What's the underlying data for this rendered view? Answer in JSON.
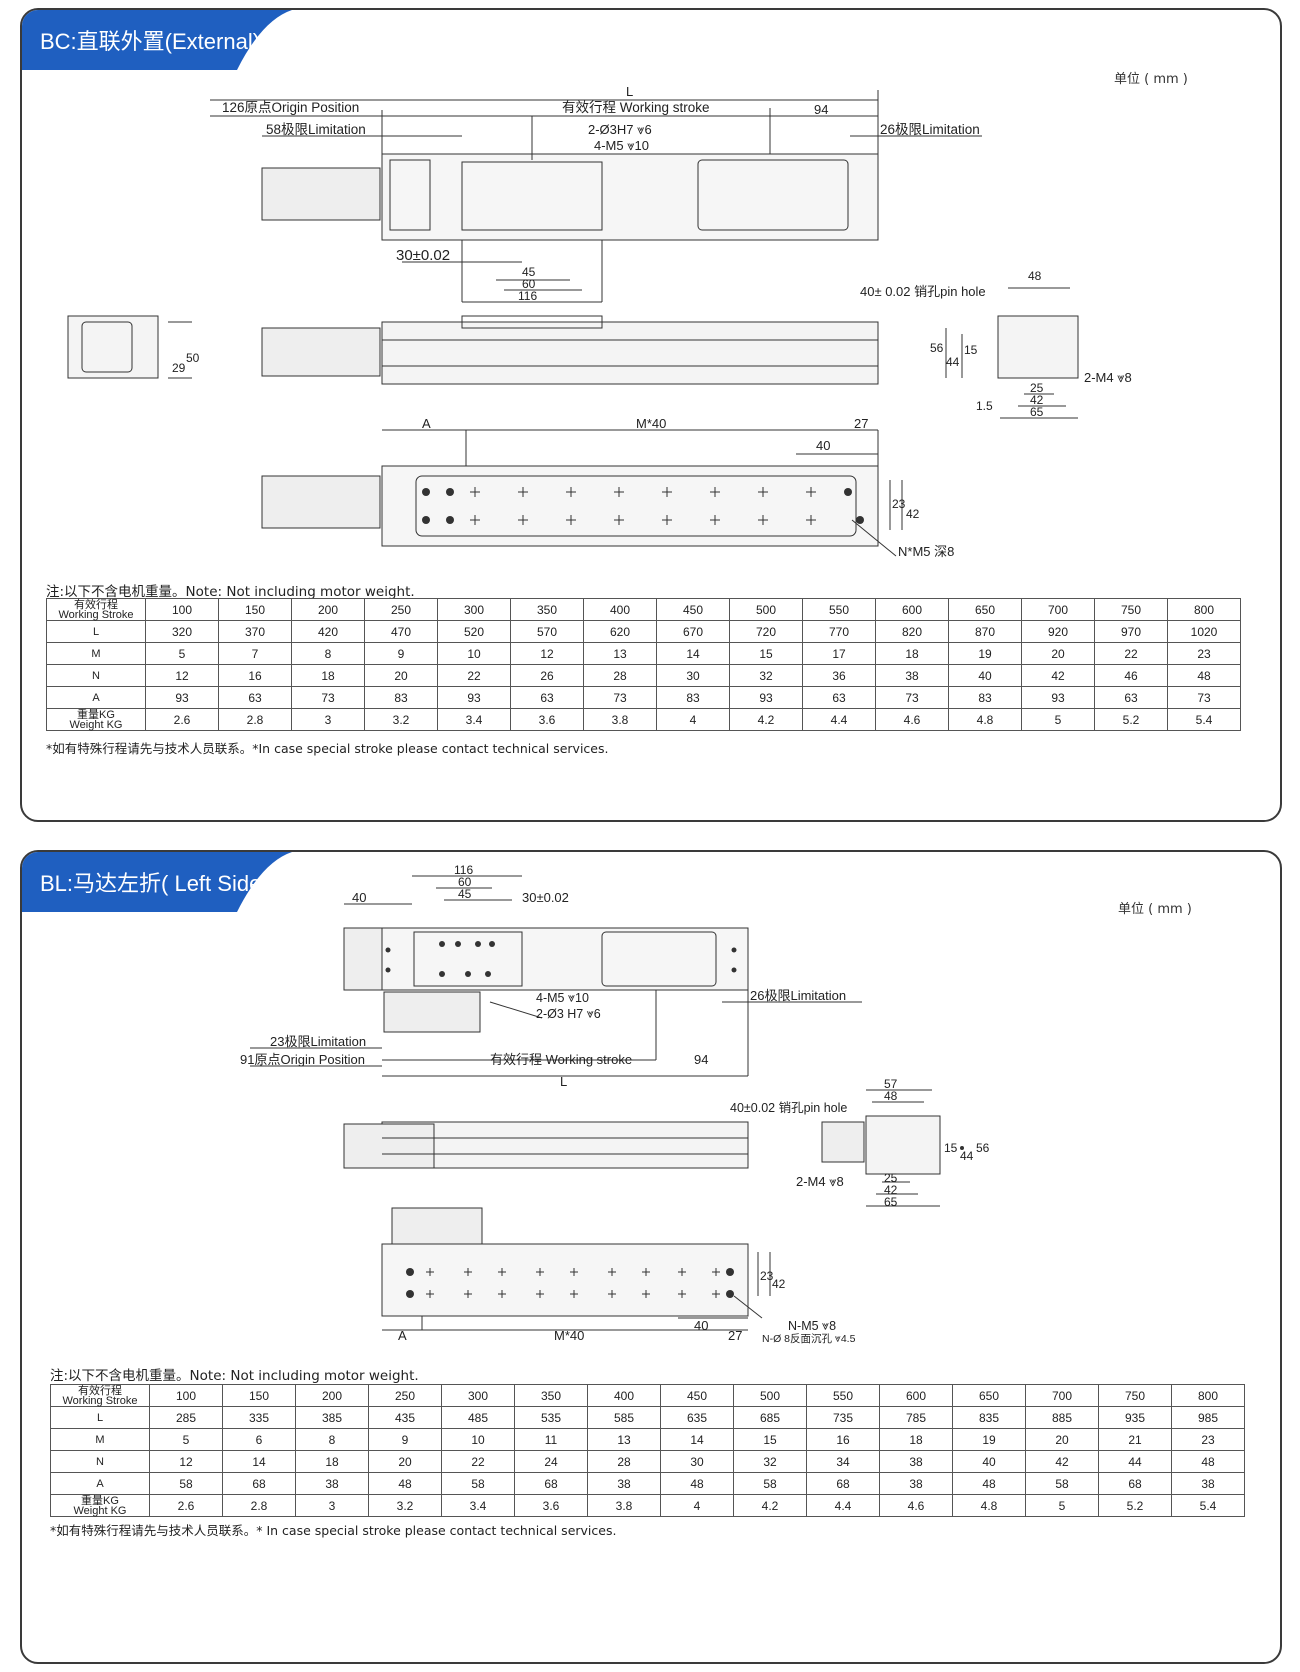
{
  "sections": [
    {
      "title": "BC:直联外置(External)",
      "unit": "单位 ( mm )",
      "labels": {
        "L": "L",
        "origin": "126原点Origin Position",
        "working": "有效行程  Working stroke",
        "end94": "94",
        "limit_left": "58极限Limitation",
        "limit_right": "26极限Limitation",
        "pin_h7": "2-Ø3H7 ⩔6",
        "m5": "4-M5 ⩔10",
        "tol": "30±0.02",
        "d45": "45",
        "d60": "60",
        "d116": "116",
        "d48": "48",
        "pinhole": "40± 0.02  销孔pin hole",
        "d56": "56",
        "d44": "44",
        "d15": "15",
        "d15b": "1.5",
        "m4": "2-M4 ⩔8",
        "d25": "25",
        "d42": "42",
        "d65": "65",
        "d29": "29",
        "d50": "50",
        "A": "A",
        "M40": "M*40",
        "d27": "27",
        "d40": "40",
        "d23": "23",
        "d42b": "42",
        "nm5": "N*M5  深8"
      },
      "note": "注:以下不含电机重量。Note: Not including motor weight.",
      "table": {
        "row_headers": [
          [
            "有效行程",
            "Working Stroke"
          ],
          [
            "L"
          ],
          [
            "M"
          ],
          [
            "N"
          ],
          [
            "A"
          ],
          [
            "重量KG",
            "Weight KG"
          ]
        ],
        "rows": [
          [
            "100",
            "150",
            "200",
            "250",
            "300",
            "350",
            "400",
            "450",
            "500",
            "550",
            "600",
            "650",
            "700",
            "750",
            "800"
          ],
          [
            "320",
            "370",
            "420",
            "470",
            "520",
            "570",
            "620",
            "670",
            "720",
            "770",
            "820",
            "870",
            "920",
            "970",
            "1020"
          ],
          [
            "5",
            "7",
            "8",
            "9",
            "10",
            "12",
            "13",
            "14",
            "15",
            "17",
            "18",
            "19",
            "20",
            "22",
            "23"
          ],
          [
            "12",
            "16",
            "18",
            "20",
            "22",
            "26",
            "28",
            "30",
            "32",
            "36",
            "38",
            "40",
            "42",
            "46",
            "48"
          ],
          [
            "93",
            "63",
            "73",
            "83",
            "93",
            "63",
            "73",
            "83",
            "93",
            "63",
            "73",
            "83",
            "93",
            "63",
            "73"
          ],
          [
            "2.6",
            "2.8",
            "3",
            "3.2",
            "3.4",
            "3.6",
            "3.8",
            "4",
            "4.2",
            "4.4",
            "4.6",
            "4.8",
            "5",
            "5.2",
            "5.4"
          ]
        ]
      },
      "footnote": "*如有特殊行程请先与技术人员联系。*In case special stroke please contact technical services."
    },
    {
      "title": "BL:马达左折( Left Side)",
      "unit": "单位 ( mm )",
      "labels": {
        "d116": "116",
        "d60": "60",
        "d45": "45",
        "d40": "40",
        "tol": "30±0.02",
        "m5": "4-M5 ⩔10",
        "pin_h7": "2-Ø3 H7 ⩔6",
        "limit_right": "26极限Limitation",
        "limit_left": "23极限Limitation",
        "origin": "91原点Origin Position",
        "working": "有效行程  Working stroke",
        "end94": "94",
        "L": "L",
        "d57": "57",
        "d48": "48",
        "pinhole": "40±0.02 销孔pin hole",
        "d15": "15",
        "d44": "44",
        "d56": "56",
        "m4": "2-M4 ⩔8",
        "d25": "25",
        "d42": "42",
        "d65": "65",
        "d23": "23",
        "d42b": "42",
        "nm5": "N-M5 ⩔8",
        "nphi": "N-Ø 8反面沉孔 ⩔4.5",
        "A": "A",
        "M40": "M*40",
        "d40b": "40",
        "d27": "27"
      },
      "note": "注:以下不含电机重量。Note: Not including motor weight.",
      "table": {
        "row_headers": [
          [
            "有效行程",
            "Working Stroke"
          ],
          [
            "L"
          ],
          [
            "M"
          ],
          [
            "N"
          ],
          [
            "A"
          ],
          [
            "重量KG",
            "Weight KG"
          ]
        ],
        "rows": [
          [
            "100",
            "150",
            "200",
            "250",
            "300",
            "350",
            "400",
            "450",
            "500",
            "550",
            "600",
            "650",
            "700",
            "750",
            "800"
          ],
          [
            "285",
            "335",
            "385",
            "435",
            "485",
            "535",
            "585",
            "635",
            "685",
            "735",
            "785",
            "835",
            "885",
            "935",
            "985"
          ],
          [
            "5",
            "6",
            "8",
            "9",
            "10",
            "11",
            "13",
            "14",
            "15",
            "16",
            "18",
            "19",
            "20",
            "21",
            "23"
          ],
          [
            "12",
            "14",
            "18",
            "20",
            "22",
            "24",
            "28",
            "30",
            "32",
            "34",
            "38",
            "40",
            "42",
            "44",
            "48"
          ],
          [
            "58",
            "68",
            "38",
            "48",
            "58",
            "68",
            "38",
            "48",
            "58",
            "68",
            "38",
            "48",
            "58",
            "68",
            "38"
          ],
          [
            "2.6",
            "2.8",
            "3",
            "3.2",
            "3.4",
            "3.6",
            "3.8",
            "4",
            "4.2",
            "4.4",
            "4.6",
            "4.8",
            "5",
            "5.2",
            "5.4"
          ]
        ]
      },
      "footnote": "*如有特殊行程请先与技术人员联系。* In case special stroke please contact technical services."
    }
  ],
  "colors": {
    "header_blue": "#1f5fc0",
    "line": "#333333",
    "body_fill": "#f4f4f4"
  }
}
